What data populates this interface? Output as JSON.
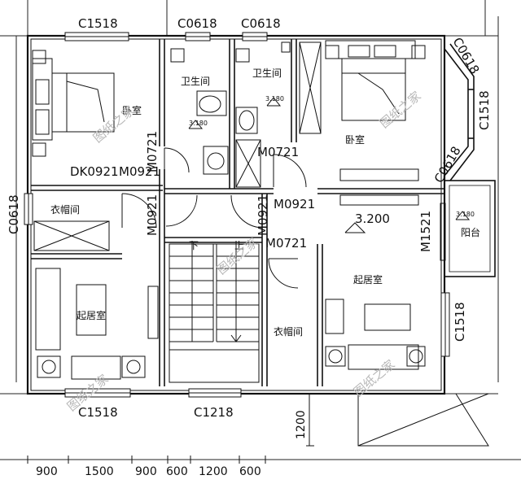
{
  "openings": {
    "top_bedroom_window": "C1518",
    "top_bath_window_left": "C0618",
    "top_bath_window_right": "C0618",
    "right_window_upper": "C0618",
    "right_window_bay": "C1518",
    "right_window_lower": "C0618",
    "left_window": "C0618",
    "bottom_window_left": "C1518",
    "bottom_window_stair": "C1218",
    "right_window_living": "C1518",
    "door_dk": "DK0921",
    "door_m0921_a": "M0921",
    "door_m0721_bath": "M0721",
    "door_m0721_bedroom": "M0721",
    "door_m0921_closet": "M0921",
    "door_m0921_hall": "M0921",
    "door_m0921_stair": "M0921",
    "door_m0721_closet": "M0721",
    "door_m1521": "M1521"
  },
  "rooms": {
    "bedroom_left": "卧室",
    "bath_left": "卫生间",
    "bath_right": "卫生间",
    "bedroom_right": "卧室",
    "cloak_left": "衣帽间",
    "living_left": "起居室",
    "living_right": "起居室",
    "cloak_center": "衣帽间",
    "balcony": "阳台",
    "stair_down": "下",
    "stair_up": "上"
  },
  "levels": {
    "bath_left": "3.180",
    "bath_right": "3.180",
    "hall": "3.200",
    "balcony": "3.180"
  },
  "dimensions": {
    "bottom": [
      "900",
      "1500",
      "900",
      "600",
      "1200",
      "600"
    ],
    "projection": "1200"
  },
  "watermark": "图纸之家"
}
